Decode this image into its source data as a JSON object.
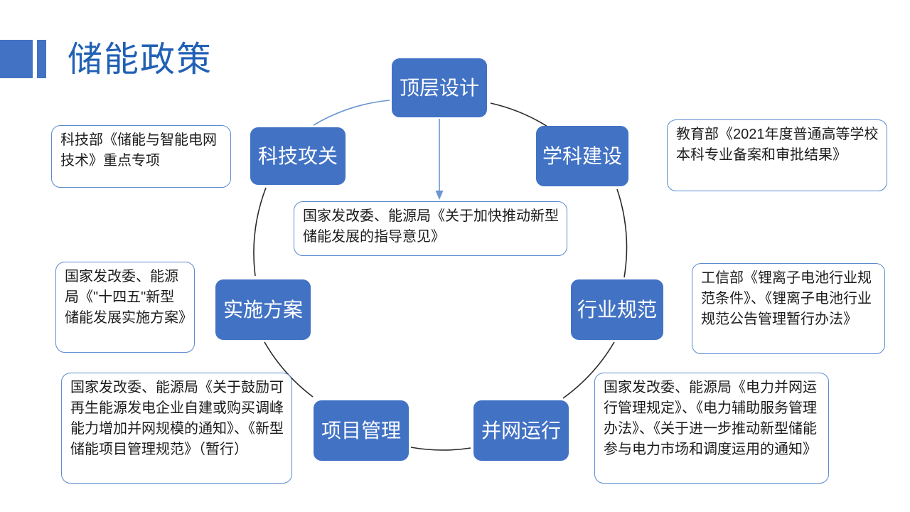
{
  "header": {
    "title": "储能政策",
    "accent_color": "#4272C4",
    "title_color": "#2161B5"
  },
  "diagram": {
    "type": "cycle",
    "node_color": "#4272C4",
    "callout_border_color": "#5B8AD0",
    "nodes": [
      {
        "id": "top-design",
        "label": "顶层设计"
      },
      {
        "id": "discipline",
        "label": "学科建设"
      },
      {
        "id": "industry-standard",
        "label": "行业规范"
      },
      {
        "id": "grid-operation",
        "label": "并网运行"
      },
      {
        "id": "project-management",
        "label": "项目管理"
      },
      {
        "id": "implementation",
        "label": "实施方案"
      },
      {
        "id": "tech-research",
        "label": "科技攻关"
      }
    ],
    "callouts": [
      {
        "id": "tech-research",
        "text": "科技部《储能与智能电网技术》重点专项"
      },
      {
        "id": "discipline",
        "text": "教育部《2021年度普通高等学校本科专业备案和审批结果》"
      },
      {
        "id": "top-design",
        "text": "国家发改委、能源局《关于加快推动新型储能发展的指导意见》"
      },
      {
        "id": "implementation",
        "text": "国家发改委、能源局《\"十四五\"新型储能发展实施方案》"
      },
      {
        "id": "industry-standard",
        "text": "工信部《锂离子电池行业规范条件》、《锂离子电池行业规范公告管理暂行办法》"
      },
      {
        "id": "project-management",
        "text": "国家发改委、能源局《关于鼓励可再生能源发电企业自建或购买调峰能力增加并网规模的通知》、《新型储能项目管理规范》（暂行）"
      },
      {
        "id": "grid-operation",
        "text": "国家发改委、能源局《电力并网运行管理规定》、《电力辅助服务管理办法》、《关于进一步推动新型储能参与电力市场和调度运用的通知》"
      }
    ]
  }
}
